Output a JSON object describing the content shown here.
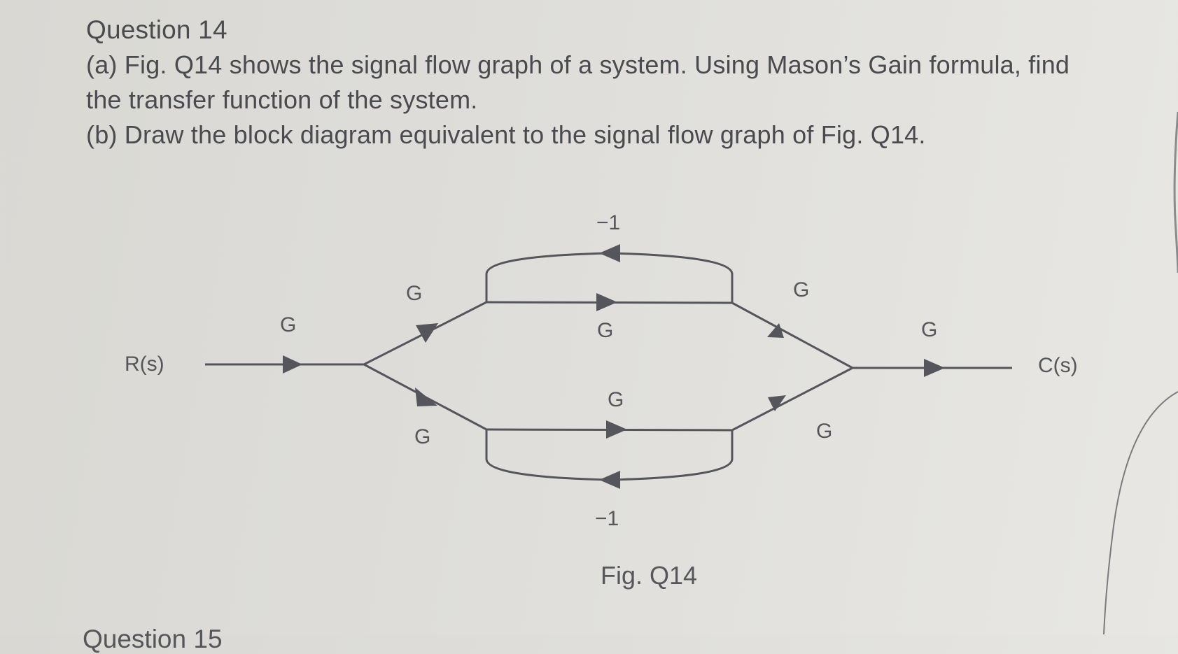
{
  "question": {
    "title": "Question 14",
    "part_a_line1": "(a) Fig. Q14 shows the signal flow graph of a system. Using Mason’s Gain formula, find",
    "part_a_line2": "the transfer function of the system.",
    "part_b": "(b) Draw the block diagram equivalent to the signal flow graph of Fig. Q14."
  },
  "figure": {
    "caption": "Fig. Q14",
    "input_label": "R(s)",
    "output_label": "C(s)",
    "branches": {
      "input_gain": "G",
      "upper_split_gain": "G",
      "upper_forward_gain": "G",
      "upper_feedback_gain": "−1",
      "upper_merge_gain": "G",
      "lower_split_gain": "G",
      "lower_forward_gain": "G",
      "lower_feedback_gain": "−1",
      "lower_merge_gain": "G",
      "output_gain": "G"
    }
  },
  "next_question": {
    "title": "Question 15"
  },
  "colors": {
    "line": "#55565b",
    "text": "#4a4b4f",
    "background": "#dcdbd7"
  }
}
